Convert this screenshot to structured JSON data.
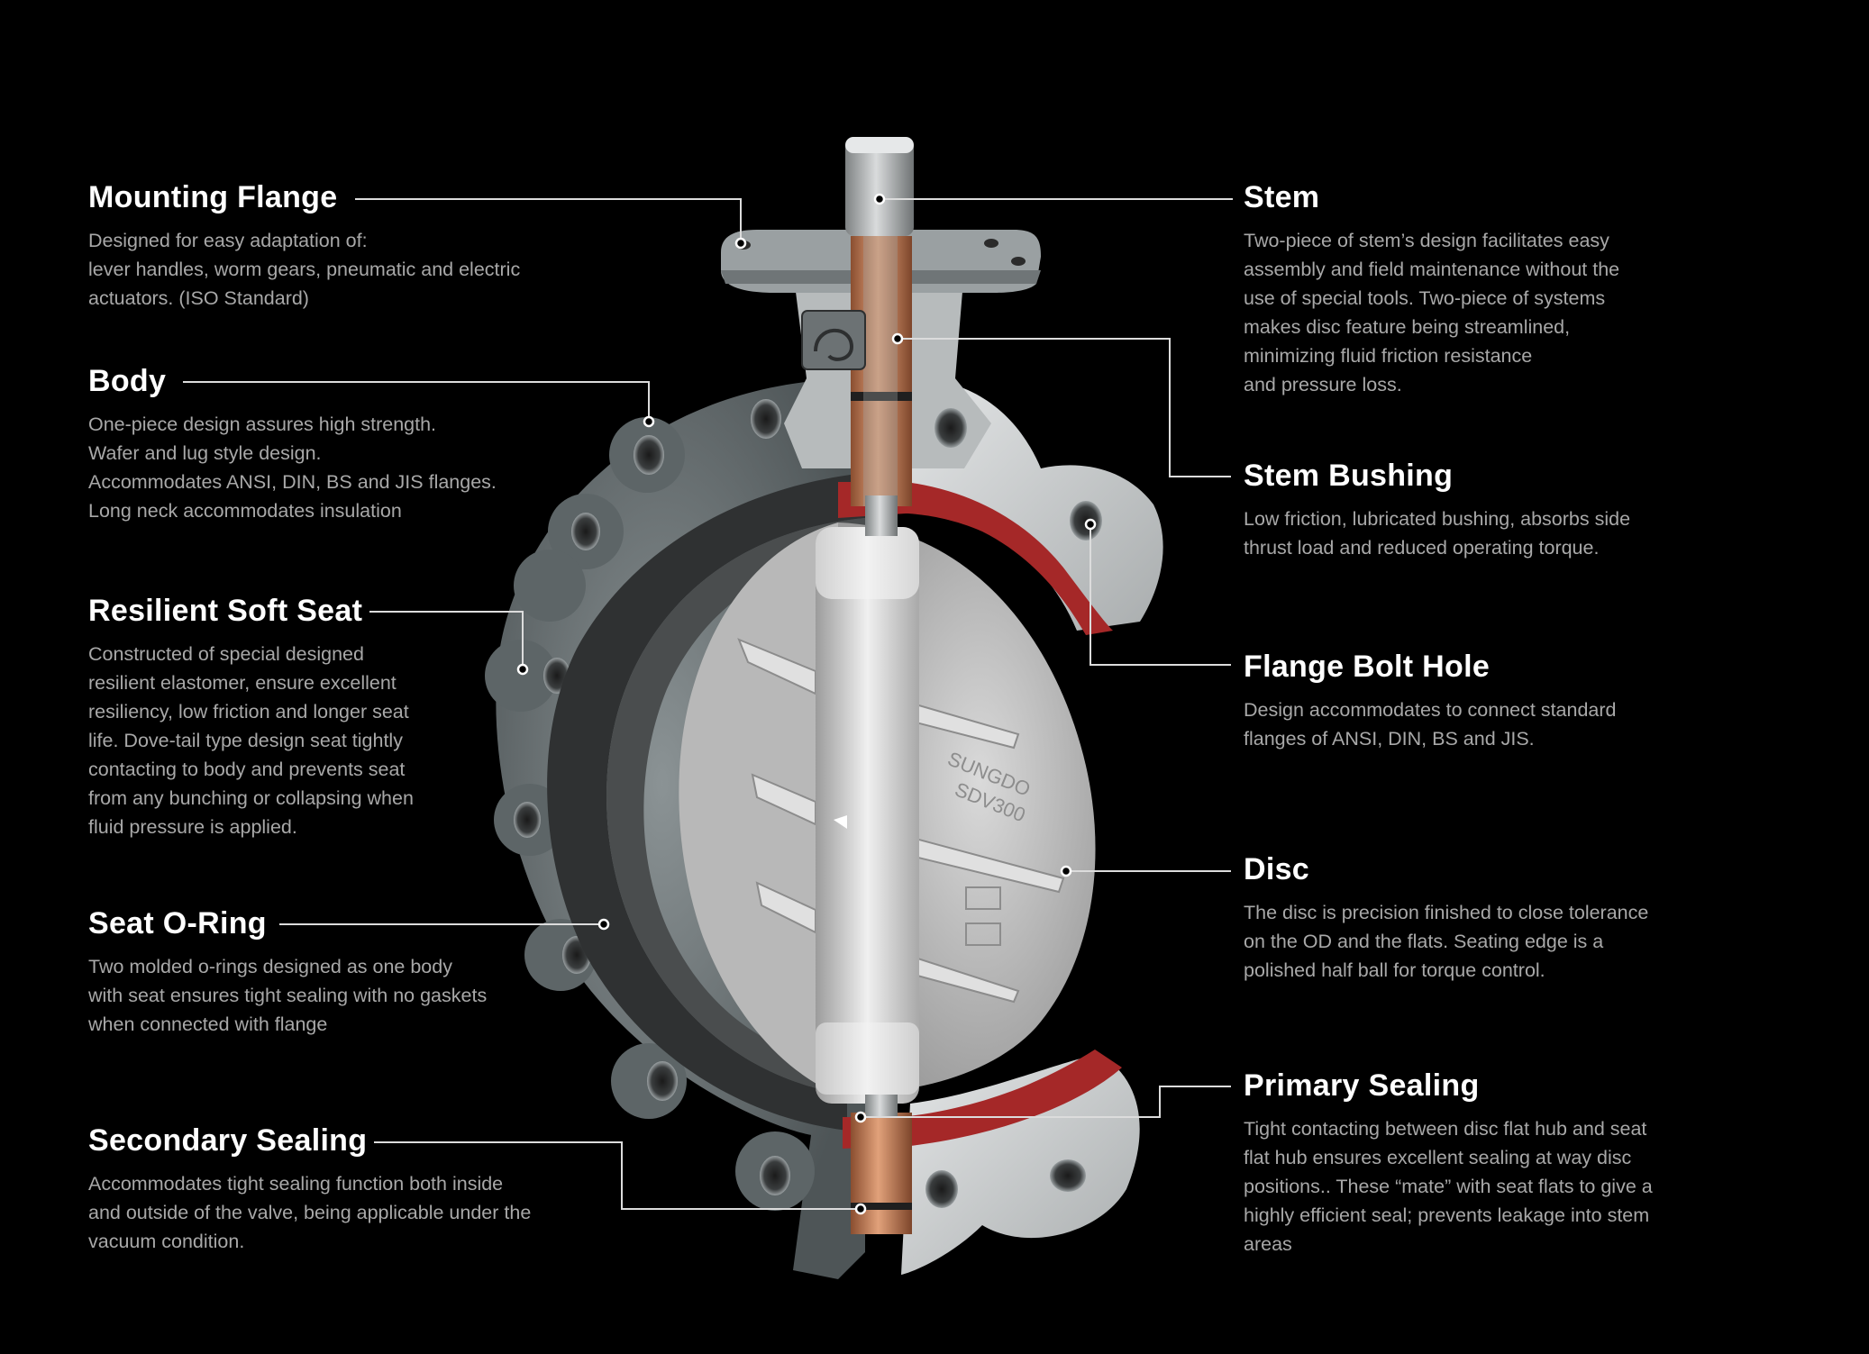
{
  "colors": {
    "background": "#000000",
    "heading": "#ffffff",
    "body_text": "#a8a8a8",
    "leader_line": "#dcdcdc",
    "body_metal": "#6f7779",
    "cut_face": "#c9cccd",
    "seat_rubber": "#3a3a3a",
    "seal_red": "#a52828",
    "bronze_bushing": "#c7825a",
    "disc": "#c6c6c6"
  },
  "disc_markings": {
    "line1": "SUNGDO",
    "line2": "SDV300"
  },
  "callouts": {
    "mounting_flange": {
      "title": "Mounting Flange",
      "lines": [
        "Designed for easy adaptation of:",
        "lever handles, worm gears, pneumatic and electric",
        "actuators. (ISO Standard)"
      ]
    },
    "body": {
      "title": "Body",
      "lines": [
        "One-piece design assures high strength.",
        "Wafer and lug style design.",
        "Accommodates ANSI, DIN, BS and JIS flanges.",
        "Long neck accommodates insulation"
      ]
    },
    "resilient_soft_seat": {
      "title": "Resilient Soft Seat",
      "lines": [
        "Constructed of special designed",
        "resilient elastomer, ensure excellent",
        "resiliency, low friction and longer seat",
        "life. Dove-tail type design seat tightly",
        "contacting to body and prevents seat",
        "from any bunching or collapsing when",
        "fluid pressure is applied."
      ]
    },
    "seat_o_ring": {
      "title": "Seat O-Ring",
      "lines": [
        "Two molded o-rings designed as one body",
        "with seat ensures tight sealing with no gaskets",
        "when connected with flange"
      ]
    },
    "secondary_sealing": {
      "title": "Secondary Sealing",
      "lines": [
        "Accommodates tight sealing function both inside",
        "and outside of the valve, being applicable under the",
        "vacuum condition."
      ]
    },
    "stem": {
      "title": "Stem",
      "lines": [
        "Two-piece of stem’s design facilitates easy",
        "assembly and field maintenance without the",
        "use of special tools.  Two-piece of systems",
        "makes disc feature being streamlined,",
        "minimizing fluid friction resistance",
        "and pressure loss."
      ]
    },
    "stem_bushing": {
      "title": "Stem Bushing",
      "lines": [
        "Low friction, lubricated bushing, absorbs side",
        "thrust load and reduced operating torque."
      ]
    },
    "flange_bolt_hole": {
      "title": "Flange Bolt Hole",
      "lines": [
        "Design accommodates to connect standard",
        "flanges of ANSI, DIN, BS and JIS."
      ]
    },
    "disc": {
      "title": "Disc",
      "lines": [
        "The disc is precision finished to close tolerance",
        "on the OD and the flats.  Seating edge is a",
        "polished half ball for torque control."
      ]
    },
    "primary_sealing": {
      "title": "Primary Sealing",
      "lines": [
        "Tight contacting between disc flat hub and seat",
        "flat hub ensures excellent sealing at way disc",
        "positions.. These “mate” with seat flats to give a",
        "highly efficient seal; prevents leakage into stem",
        "areas"
      ]
    }
  }
}
